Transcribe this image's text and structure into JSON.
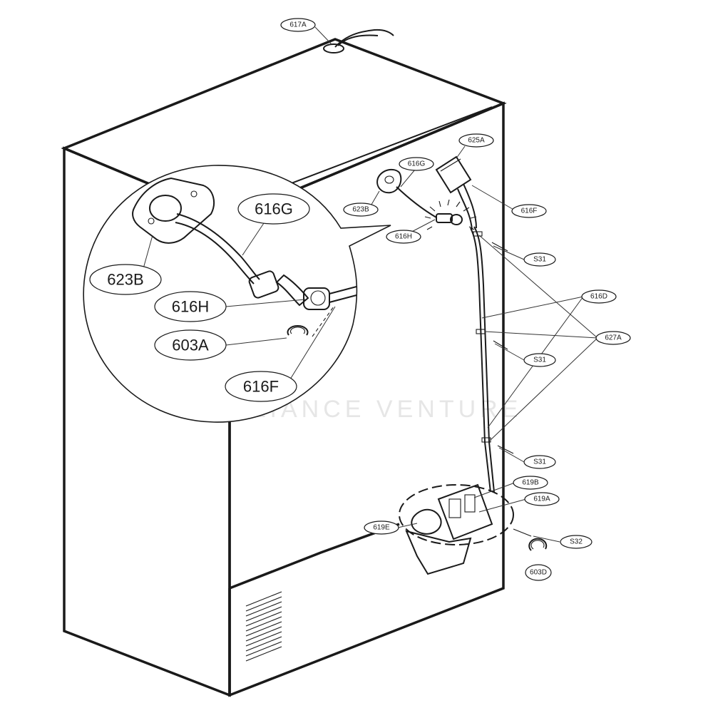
{
  "labels": {
    "l617A": "617A",
    "l625A": "625A",
    "l616G_small": "616G",
    "l623B_small": "623B",
    "l616F_small": "616F",
    "l616H_small": "616H",
    "lS31_1": "S31",
    "l616D": "616D",
    "l627A": "627A",
    "lS31_2": "S31",
    "lS31_3": "S31",
    "l619B": "619B",
    "l619A": "619A",
    "l619E": "619E",
    "lS32": "S32",
    "l603D": "603D",
    "l616G_big": "616G",
    "l623B_big": "623B",
    "l616H_big": "616H",
    "l603A_big": "603A",
    "l616F_big": "616F"
  },
  "colors": {
    "line": "#1a1a1a",
    "background": "#ffffff",
    "watermark": "#e6e6e6"
  },
  "watermark": "APPLIANCE VENTURE"
}
